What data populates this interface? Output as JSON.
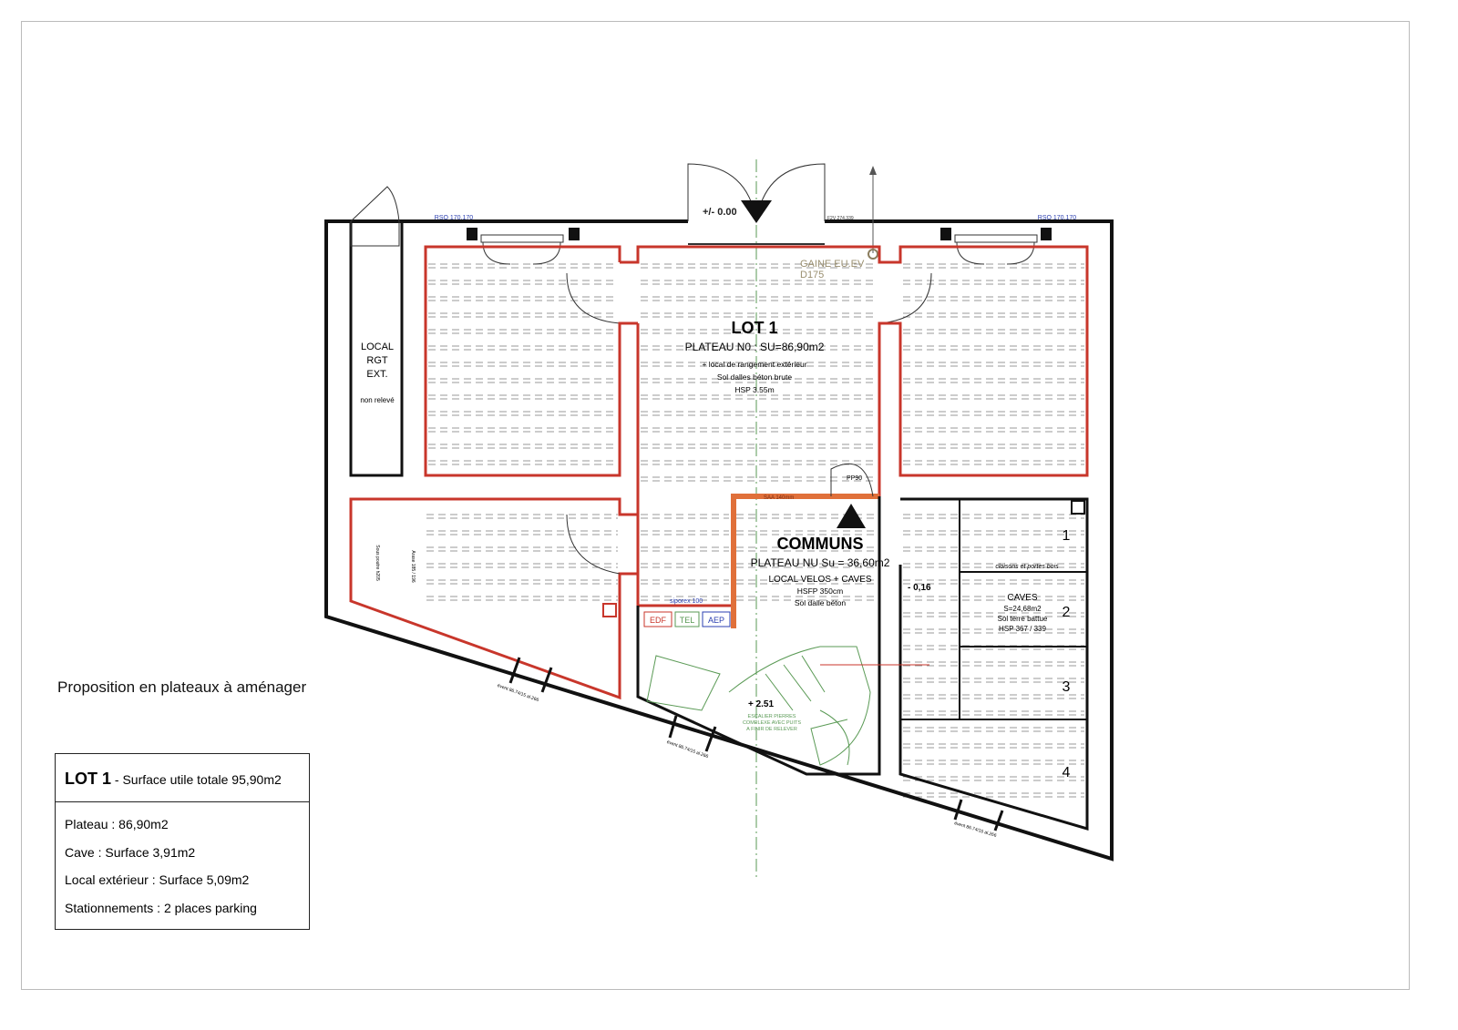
{
  "plan": {
    "level_entry": "+/- 0.00",
    "level_stair": "+ 2.51",
    "level_cave": "- 0,16",
    "rso_left": "RSO 170.170",
    "rso_right": "RSO 170.170",
    "f2v": "F2V 274.339",
    "gaine_1": "GAINE EU.EV",
    "gaine_2": "D175",
    "local_rgt": [
      "LOCAL",
      "RGT",
      "EXT."
    ],
    "non_releve": "non relevé",
    "lot": {
      "title": "LOT 1",
      "plateau": "PLATEAU N0 : SU=86,90m2",
      "line1": "+ local de rangement extérieur",
      "line2": "Sol dalles béton brute",
      "line3": "HSP 3.55m"
    },
    "pp90": "PP90",
    "saa": "SAA 140mm",
    "siporex": "siporex 100",
    "meters": {
      "edf": "EDF",
      "tel": "TEL",
      "aep": "AEP"
    },
    "communs": {
      "title": "COMMUNS",
      "plateau": "PLATEAU NU Su = 36,60m2",
      "line1": "LOCAL VELOS + CAVES",
      "line2": "HSFP 350cm",
      "line3": "Sol dalle béton"
    },
    "caves": {
      "title": "CAVES",
      "surface": "S=24,68m2",
      "sol": "Sol terre battue",
      "hsp": "HSP 367 / 339",
      "cloisons": "cloisons et portes bois",
      "numbers": [
        "1",
        "2",
        "3",
        "4"
      ]
    },
    "escalier": [
      "ESCALIER PIERRES",
      "COMPLEXE AVEC PUITS",
      "A FINIR DE RELEVER"
    ],
    "sous_poutre": "Sous poutre h205",
    "arase": "Arase 185 / 196",
    "event": "évent 86.74/15 al.266",
    "colors": {
      "red": "#c8362b",
      "orange": "#e0703a",
      "green": "#5a9a55",
      "blue": "#2b3fb0"
    }
  },
  "caption": "Proposition en plateaux à aménager",
  "legend": {
    "title": "LOT 1",
    "subtitle": " - Surface utile totale 95,90m2",
    "rows": [
      "Plateau : 86,90m2",
      "Cave : Surface 3,91m2",
      "Local extérieur : Surface 5,09m2",
      "Stationnements : 2 places parking"
    ]
  }
}
